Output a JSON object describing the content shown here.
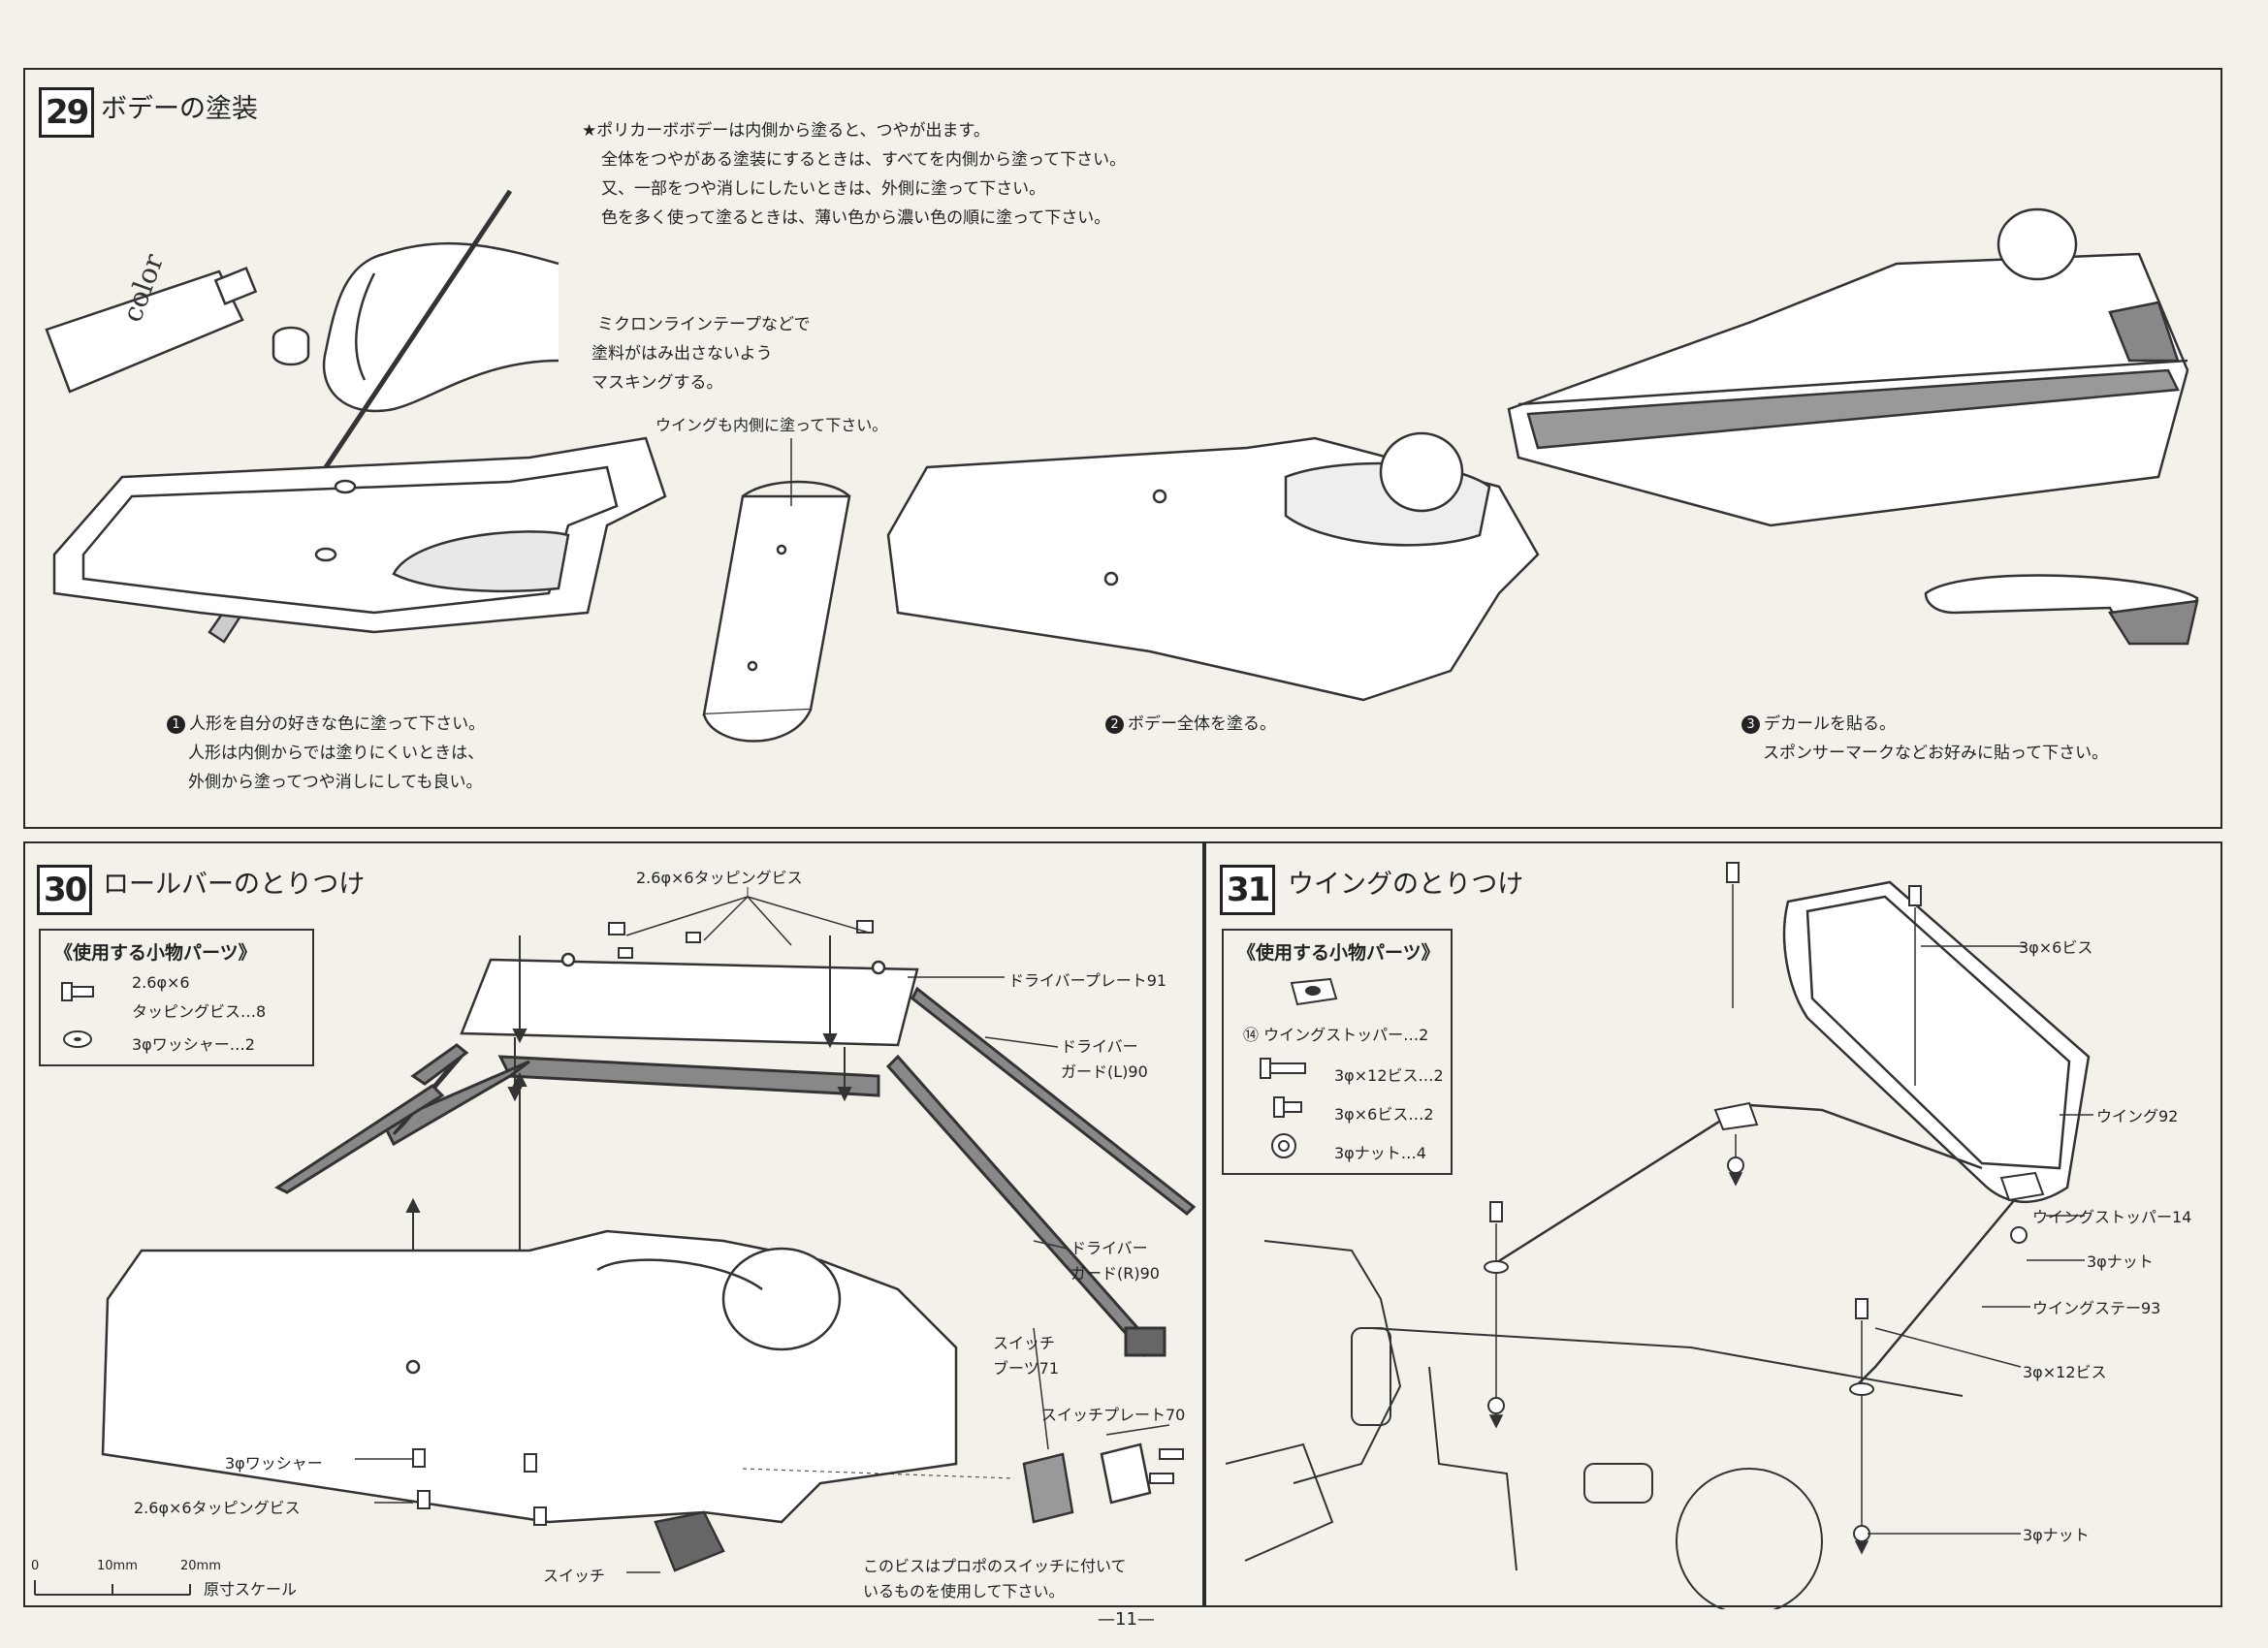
{
  "page_number": "—11—",
  "step29": {
    "number": "29",
    "title": "ボデーの塗装",
    "notes": [
      "★ポリカーボボデーは内側から塗ると、つやが出ます。",
      "全体をつやがある塗装にするときは、すべてを内側から塗って下さい。",
      "又、一部をつや消しにしたいときは、外側に塗って下さい。",
      "色を多く使って塗るときは、薄い色から濃い色の順に塗って下さい。"
    ],
    "tube_label": "color",
    "masking_note": [
      "ミクロンラインテープなどで",
      "塗料がはみ出さないよう",
      "マスキングする。"
    ],
    "wing_note": "ウイングも内側に塗って下さい。",
    "step1": [
      "人形を自分の好きな色に塗って下さい。",
      "人形は内側からでは塗りにくいときは、",
      "外側から塗ってつや消しにしても良い。"
    ],
    "step1_num": "1",
    "step2": "ボデー全体を塗る。",
    "step2_num": "2",
    "step3": [
      "デカールを貼る。",
      "スポンサーマークなどお好みに貼って下さい。"
    ],
    "step3_num": "3"
  },
  "step30": {
    "number": "30",
    "title": "ロールバーのとりつけ",
    "parts_title": "《使用する小物パーツ》",
    "parts": [
      {
        "icon": "tapping-screw-icon",
        "text1": "2.6φ×6",
        "text2": "タッピングビス…8"
      },
      {
        "icon": "washer-icon",
        "text1": "3φワッシャー…2"
      }
    ],
    "labels": {
      "top_screws": "2.6φ×6タッピングビス",
      "driver_plate": "ドライバープレート91",
      "guard_l_1": "ドライバー",
      "guard_l_2": "ガード(L)90",
      "guard_r_1": "ドライバー",
      "guard_r_2": "ガード(R)90",
      "switch_boots_1": "スイッチ",
      "switch_boots_2": "ブーツ71",
      "switch_plate": "スイッチプレート70",
      "washer": "3φワッシャー",
      "tapping": "2.6φ×6タッピングビス",
      "switch": "スイッチ",
      "note_1": "このビスはプロポのスイッチに付いて",
      "note_2": "いるものを使用して下さい。"
    },
    "scale": {
      "t0": "0",
      "t10": "10mm",
      "t20": "20mm",
      "label": "原寸スケール"
    }
  },
  "step31": {
    "number": "31",
    "title": "ウイングのとりつけ",
    "parts_title": "《使用する小物パーツ》",
    "parts": [
      {
        "icon": "wing-stopper-icon",
        "text": "⑭ ウイングストッパー…2"
      },
      {
        "icon": "screw-12-icon",
        "text": "3φ×12ビス…2"
      },
      {
        "icon": "screw-6-icon",
        "text": "3φ×6ビス…2"
      },
      {
        "icon": "nut-icon",
        "text": "3φナット…4"
      }
    ],
    "labels": {
      "screw6": "3φ×6ビス",
      "wing": "ウイング92",
      "stopper": "ウイングストッパー14",
      "nut1": "3φナット",
      "stay": "ウイングステー93",
      "screw12": "3φ×12ビス",
      "nut2": "3φナット"
    }
  }
}
